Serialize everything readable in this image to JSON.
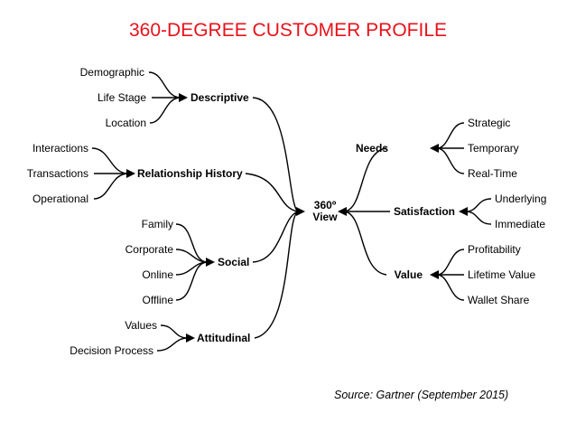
{
  "title": "360-DEGREE CUSTOMER PROFILE",
  "center": {
    "line1": "360º",
    "line2": "View"
  },
  "left_branches": [
    {
      "label": "Descriptive",
      "leaves": [
        "Demographic",
        "Life Stage",
        "Location"
      ]
    },
    {
      "label": "Relationship History",
      "leaves": [
        "Interactions",
        "Transactions",
        "Operational"
      ]
    },
    {
      "label": "Social",
      "leaves": [
        "Family",
        "Corporate",
        "Online",
        "Offline"
      ]
    },
    {
      "label": "Attitudinal",
      "leaves": [
        "Values",
        "Decision Process"
      ]
    }
  ],
  "right_branches": [
    {
      "label": "Needs",
      "leaves": [
        "Strategic",
        "Temporary",
        "Real-Time"
      ]
    },
    {
      "label": "Satisfaction",
      "leaves": [
        "Underlying",
        "Immediate"
      ]
    },
    {
      "label": "Value",
      "leaves": [
        "Profitability",
        "Lifetime Value",
        "Wallet Share"
      ]
    }
  ],
  "source": "Source: Gartner (September 2015)"
}
